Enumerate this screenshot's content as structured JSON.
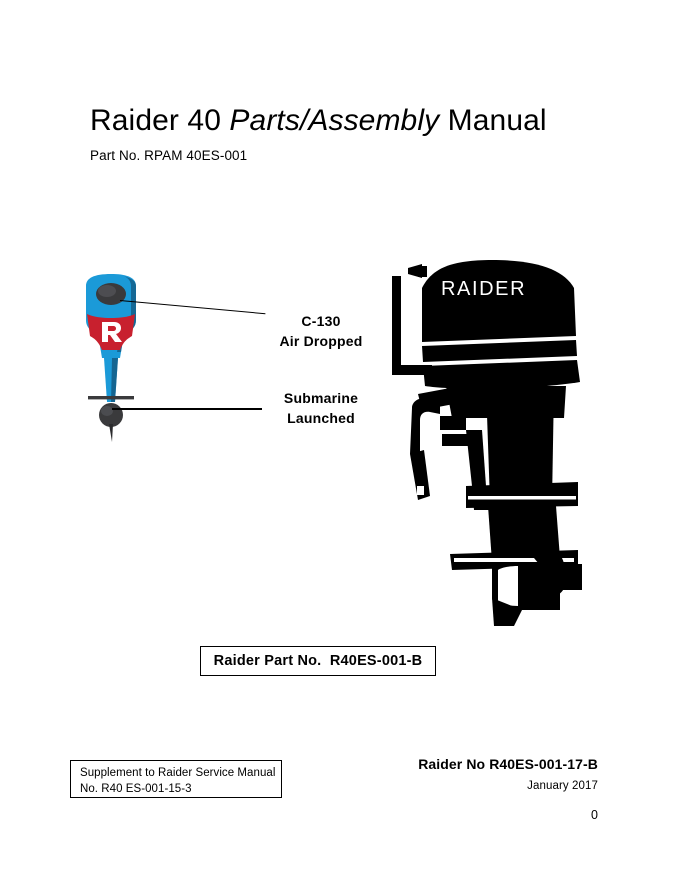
{
  "document": {
    "title_part1": "Raider 40 ",
    "title_italic": "Parts/Assembly",
    "title_part2": " Manual",
    "subtitle": "Part No. RPAM 40ES-001"
  },
  "illustration_color": {
    "alt_name": "raider-outboard-motor-color",
    "colors": {
      "blue": "#1B9AD8",
      "blue_dark": "#14577F",
      "red": "#C8202E",
      "gray": "#3A3A3C",
      "white": "#FFFFFF"
    },
    "logo_letter": "R"
  },
  "illustration_black": {
    "alt_name": "raider-outboard-motor-silhouette",
    "brand_text": "RAIDER",
    "fill": "#000000",
    "brand_color": "#FFFFFF"
  },
  "callouts": [
    {
      "name": "air-dropped",
      "line1": "C-130",
      "line2": "Air Dropped"
    },
    {
      "name": "submarine-launched",
      "line1": "Submarine",
      "line2": "Launched"
    }
  ],
  "part_number_box": {
    "text": "Raider Part No.  R40ES-001-B"
  },
  "footer": {
    "supplement_line1": "Supplement to Raider Service Manual",
    "supplement_line2": "No. R40 ES-001-15-3",
    "doc_no": "Raider No R40ES-001-17-B",
    "date": "January 2017",
    "page_number": "0"
  }
}
